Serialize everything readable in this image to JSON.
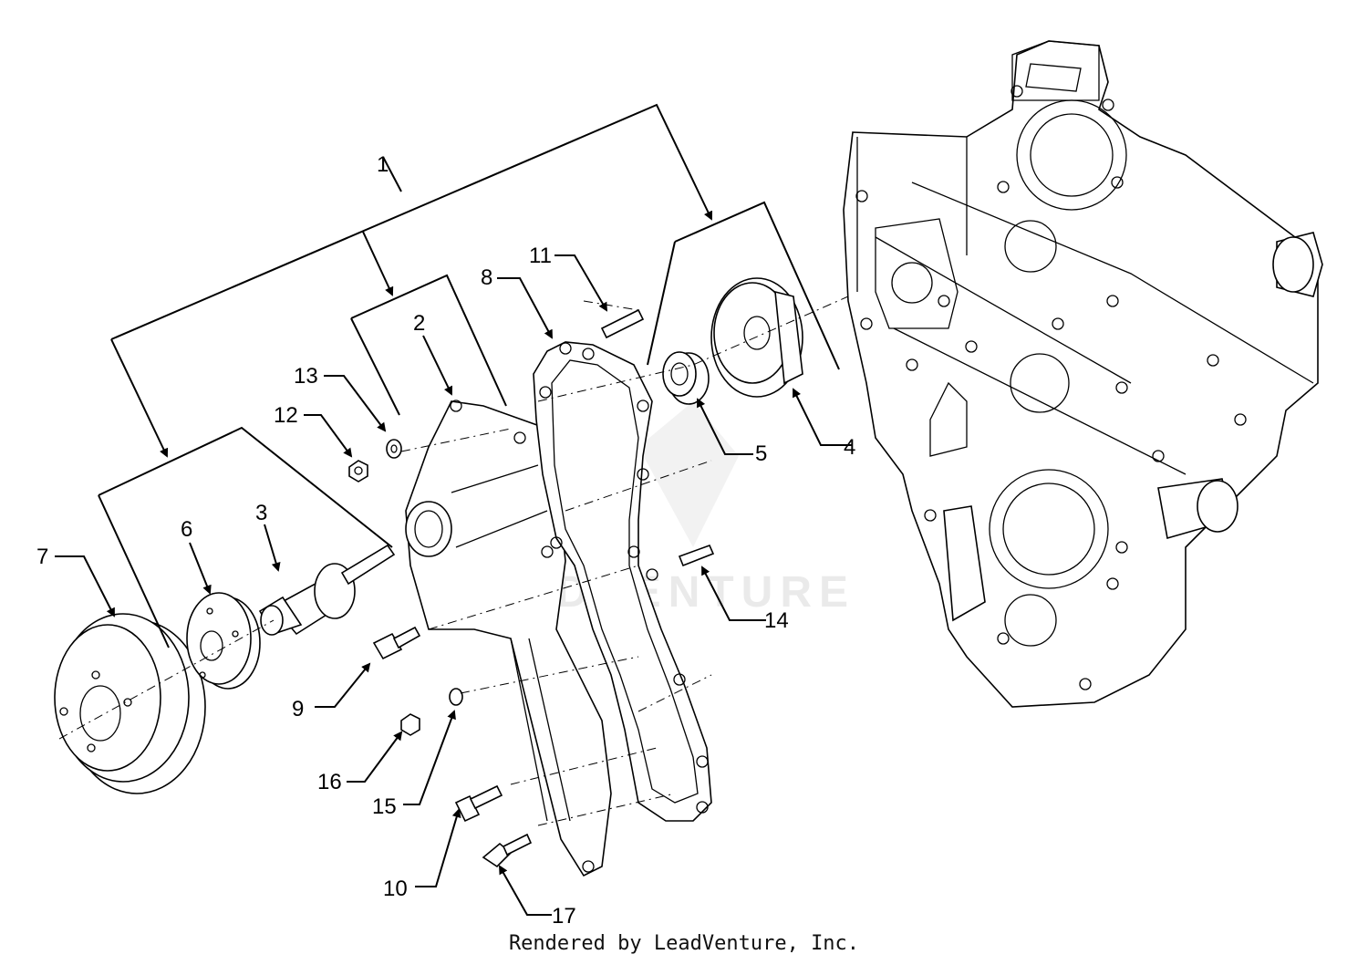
{
  "diagram": {
    "callouts": [
      {
        "id": "1",
        "label": "1"
      },
      {
        "id": "2",
        "label": "2"
      },
      {
        "id": "3",
        "label": "3"
      },
      {
        "id": "4",
        "label": "4"
      },
      {
        "id": "5",
        "label": "5"
      },
      {
        "id": "6",
        "label": "6"
      },
      {
        "id": "7",
        "label": "7"
      },
      {
        "id": "8",
        "label": "8"
      },
      {
        "id": "9",
        "label": "9"
      },
      {
        "id": "10",
        "label": "10"
      },
      {
        "id": "11",
        "label": "11"
      },
      {
        "id": "12",
        "label": "12"
      },
      {
        "id": "13",
        "label": "13"
      },
      {
        "id": "14",
        "label": "14"
      },
      {
        "id": "15",
        "label": "15"
      },
      {
        "id": "16",
        "label": "16"
      },
      {
        "id": "17",
        "label": "17"
      }
    ],
    "watermark": "LEADVENTURE",
    "credit": "Rendered by LeadVenture, Inc."
  }
}
